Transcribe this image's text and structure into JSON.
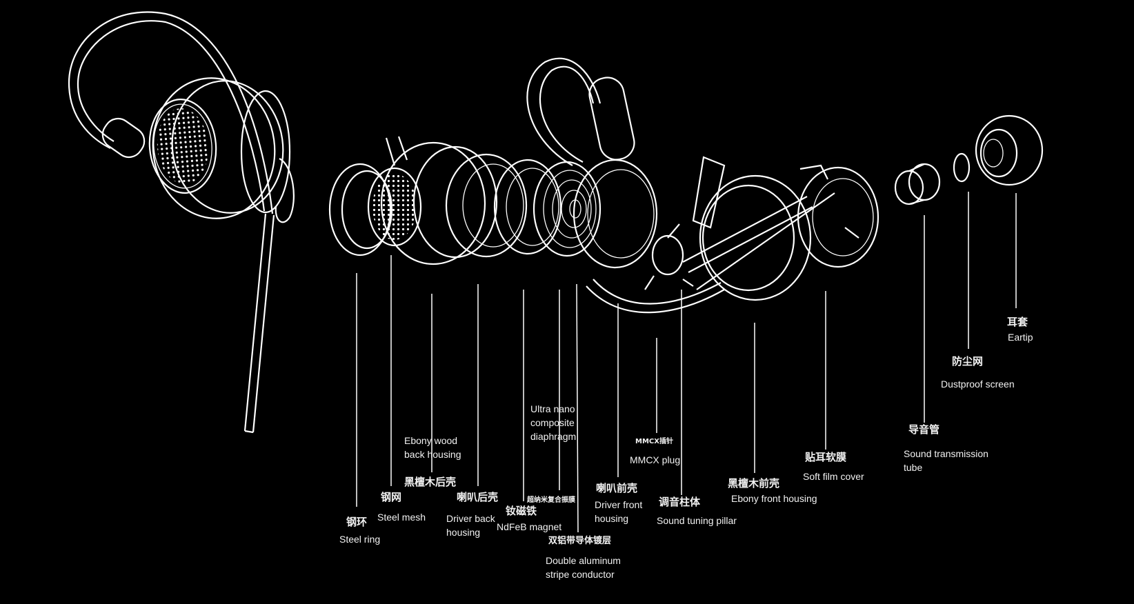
{
  "colors": {
    "background": "#000000",
    "line": "#ffffff",
    "text": "#f2f2f2"
  },
  "parts": [
    {
      "id": "steel-ring",
      "zh": "钢环",
      "en": [
        "Steel ring"
      ]
    },
    {
      "id": "steel-mesh",
      "zh": "钢网",
      "en": [
        "Steel mesh"
      ]
    },
    {
      "id": "ebony-back-housing",
      "zh": "黑檀木后壳",
      "en": [
        "Ebony wood",
        "back housing"
      ]
    },
    {
      "id": "driver-back-housing",
      "zh": "喇叭后壳",
      "en": [
        "Driver back",
        "housing"
      ]
    },
    {
      "id": "ndfeb-magnet",
      "zh": "钕磁铁",
      "en": [
        "NdFeB magnet"
      ]
    },
    {
      "id": "diaphragm",
      "zh": "超纳米复合振膜",
      "en": [
        "Ultra nano",
        "composite",
        "diaphragm"
      ]
    },
    {
      "id": "aluminum-conductor",
      "zh": "双铝带导体镀层",
      "en": [
        "Double aluminum",
        "stripe conductor"
      ]
    },
    {
      "id": "driver-front-housing",
      "zh": "喇叭前壳",
      "en": [
        "Driver front",
        "housing"
      ]
    },
    {
      "id": "mmcx-plug",
      "zh": "MMCX插针",
      "en": [
        "MMCX plug"
      ]
    },
    {
      "id": "tuning-pillar",
      "zh": "调音柱体",
      "en": [
        "Sound tuning pillar"
      ]
    },
    {
      "id": "ebony-front-housing",
      "zh": "黑檀木前壳",
      "en": [
        "Ebony front housing"
      ]
    },
    {
      "id": "soft-film-cover",
      "zh": "贴耳软膜",
      "en": [
        "Soft film cover"
      ]
    },
    {
      "id": "sound-tube",
      "zh": "导音管",
      "en": [
        "Sound transmission",
        "tube"
      ]
    },
    {
      "id": "dustproof-screen",
      "zh": "防尘网",
      "en": [
        "Dustproof screen"
      ]
    },
    {
      "id": "eartip",
      "zh": "耳套",
      "en": [
        "Eartip"
      ]
    }
  ]
}
